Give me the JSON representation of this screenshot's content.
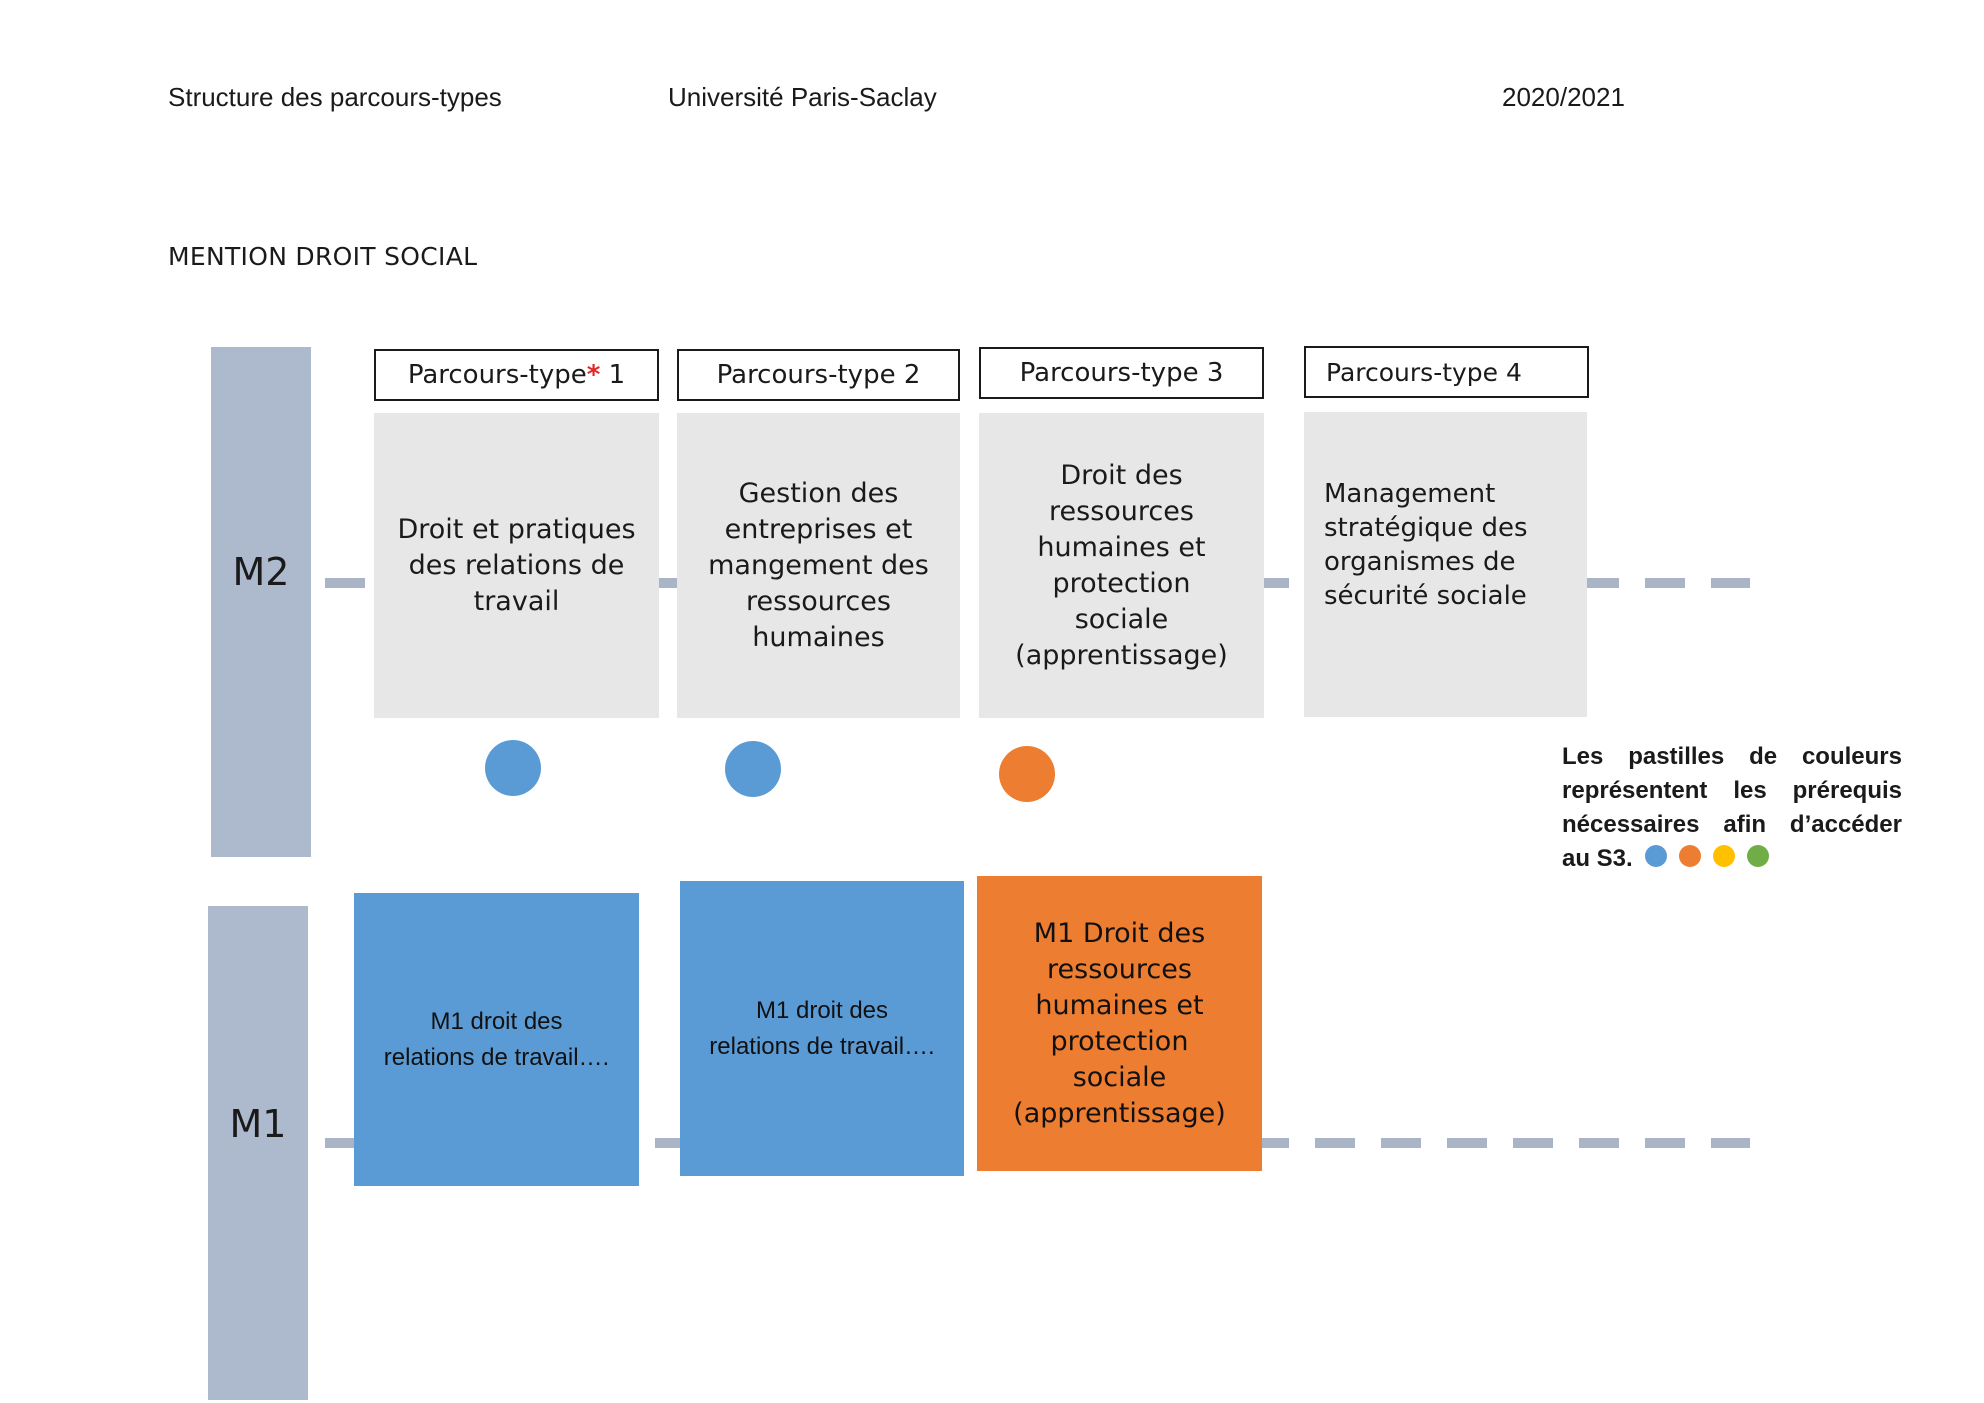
{
  "header": {
    "left": "Structure des parcours-types",
    "center": "Université Paris-Saclay",
    "right": "2020/2021"
  },
  "mention": "MENTION DROIT SOCIAL",
  "levels": {
    "m2": "M2",
    "m1": "M1"
  },
  "parcours": [
    {
      "label": "Parcours-type",
      "star": "*",
      "number": "1",
      "m2": "Droit et pratiques\ndes relations de\ntravail"
    },
    {
      "label": "Parcours-type 2",
      "m2": "Gestion des\nentreprises et\nmangement des\nressources\nhumaines"
    },
    {
      "label": "Parcours-type 3",
      "m2": "Droit des\nressources\nhumaines et\nprotection\nsociale\n(apprentissage)"
    },
    {
      "label": "Parcours-type 4",
      "m2": "Management\nstratégique des\norganismes de\nsécurité sociale"
    }
  ],
  "m1": [
    {
      "text": "M1 droit des\nrelations de travail….",
      "color": "#5b9bd5"
    },
    {
      "text": "M1 droit des\nrelations de travail….",
      "color": "#5b9bd5"
    },
    {
      "text": "M1 Droit des\nressources\nhumaines et\nprotection\nsociale\n(apprentissage)",
      "color": "#ed7d31"
    }
  ],
  "dots": [
    "#5b9bd5",
    "#5b9bd5",
    "#ed7d31"
  ],
  "legend": {
    "text": "Les pastilles de couleurs représentent les prérequis nécessaires afin d’accéder au S3.",
    "colors": [
      "#5b9bd5",
      "#ed7d31",
      "#ffc000",
      "#70ad47"
    ]
  }
}
